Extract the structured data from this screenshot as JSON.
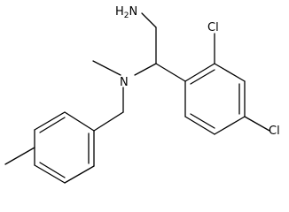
{
  "molecule": {
    "atoms": {
      "amine": "H2N",
      "nitrogen": "N",
      "chlorine_upper": "Cl",
      "chlorine_lower": "Cl"
    },
    "colors": {
      "bond": "#000000",
      "label": "#000000",
      "background": "#ffffff"
    }
  }
}
